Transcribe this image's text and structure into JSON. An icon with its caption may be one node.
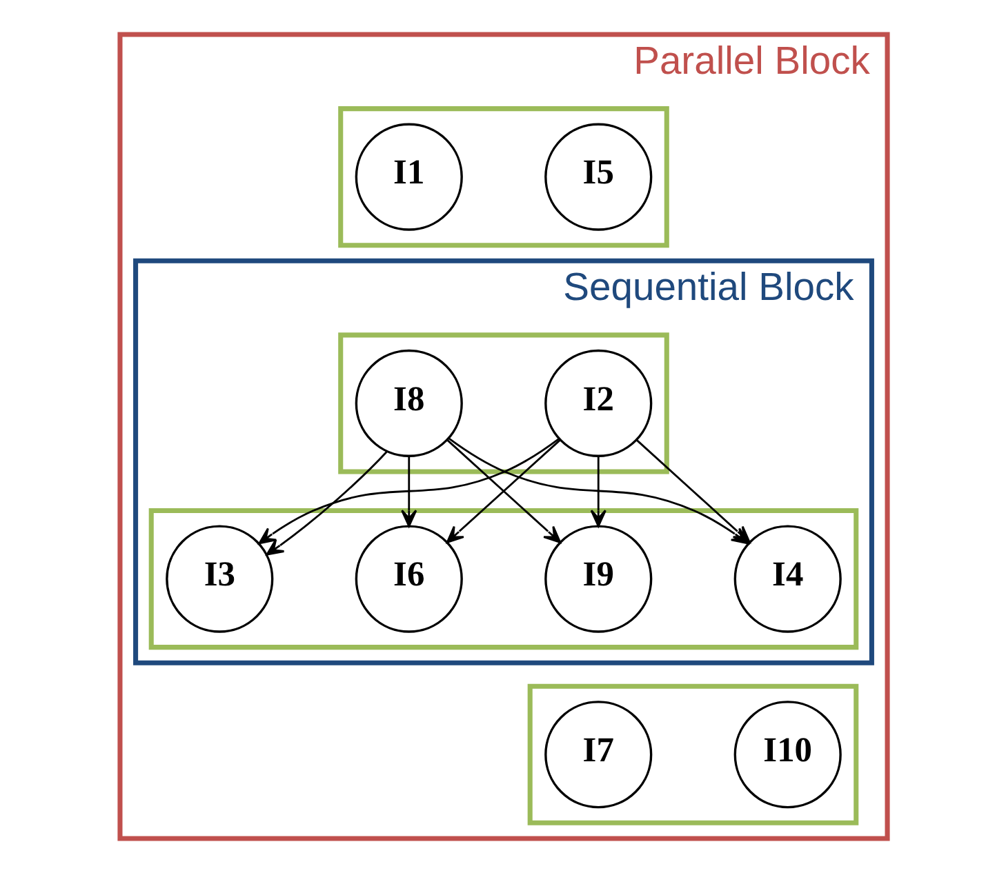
{
  "diagram": {
    "nodes": [
      {
        "text": [
          "Parallel Block"
        ]
      },
      {
        "text": [],
        "shape": "box",
        "in": 0
      },
      {
        "text": [
          "I1"
        ],
        "in": 1
      },
      {
        "text": [
          "I5"
        ],
        "in": 1
      },
      {
        "text": [
          "Sequential Block"
        ],
        "in": 0
      },
      {
        "text": [],
        "shape": "box",
        "in": 4
      },
      {
        "text": [
          "I2"
        ],
        "in": 5
      },
      {
        "text": [
          "I8"
        ],
        "in": 5
      },
      {
        "text": [],
        "shape": "box",
        "in": 4
      },
      {
        "text": [
          "I3"
        ],
        "in": 8
      },
      {
        "text": [
          "I4"
        ],
        "in": 8
      },
      {
        "text": [
          "I6"
        ],
        "in": 8
      },
      {
        "text": [
          "I9"
        ],
        "in": 8
      },
      {
        "text": [],
        "shape": "box",
        "in": 0
      },
      {
        "text": [
          "I7"
        ],
        "in": 13
      },
      {
        "text": [
          "I10"
        ],
        "in": 13
      }
    ],
    "edges": [
      {
        "from": 6,
        "to": 9,
        "arrow": "to"
      },
      {
        "from": 6,
        "to": 10,
        "arrow": "to"
      },
      {
        "from": 6,
        "to": 11,
        "arrow": "to"
      },
      {
        "from": 6,
        "to": 12,
        "arrow": "to"
      },
      {
        "from": 7,
        "to": 9,
        "arrow": "to"
      },
      {
        "from": 7,
        "to": 10,
        "arrow": "to"
      },
      {
        "from": 7,
        "to": 11,
        "arrow": "to"
      },
      {
        "from": 7,
        "to": 12,
        "arrow": "to"
      }
    ]
  }
}
